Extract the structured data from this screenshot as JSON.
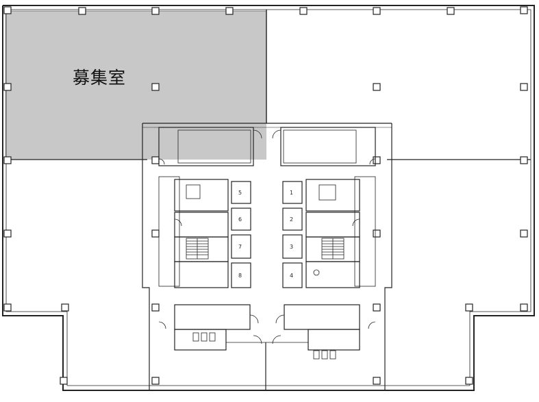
{
  "floor_plan": {
    "highlighted_room": {
      "label": "募集室",
      "fill_color": "#c8c8c8"
    },
    "elevators_left": [
      "5",
      "6",
      "7",
      "8"
    ],
    "elevators_right": [
      "1",
      "2",
      "3",
      "4"
    ],
    "colors": {
      "wall": "#222222",
      "background": "#ffffff",
      "highlight": "#c8c8c8"
    }
  }
}
